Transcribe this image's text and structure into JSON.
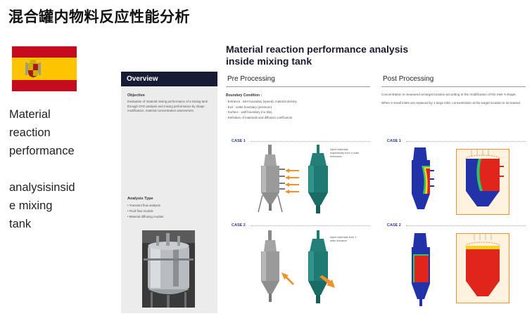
{
  "heading": "混合罐内物料反应性能分析",
  "side_text": {
    "line1": "Material",
    "line2": "reaction",
    "line3": "performance",
    "line4": "analysisinsid",
    "line5": "e mixing",
    "line6": "tank"
  },
  "flag": {
    "red": "#c60b1e",
    "yellow": "#ffc400"
  },
  "overview": {
    "header": "Overview",
    "objective_title": "Objective",
    "objective_text": "Evaluation of material mixing performance of a mixing tank through CFD analysis and mixing performance by shape modification, material concentration assessment.",
    "analysis_type_title": "Analysis Type",
    "analysis_types": [
      "• Transient flow analysis",
      "• Fluid flow module",
      "• Material diffusing module"
    ]
  },
  "slide": {
    "title_line1": "Material reaction performance analysis",
    "title_line2": "inside mixing tank"
  },
  "pre": {
    "heading": "Pre Processing",
    "bc_title": "Boundary Condition :",
    "bc_items": [
      "- Entrance : inlet boundary (speed), material density",
      "- Exit : outlet boundary (pressure)",
      "- Surface : wall boundary (no slip)",
      "- Definition of materials and diffusion coefficients"
    ],
    "case1_label": "CASE 1",
    "case2_label": "CASE 2",
    "case1_note": "Inject materials respectively from 4 main entrances",
    "case2_note": "Inject materials from 1 main entrance"
  },
  "post": {
    "heading": "Post Processing",
    "text1": "Concentration is measured at target location according to the modification of the inlet 's shape.",
    "text2": "When 4 small inlets are replaced by 1 large inlet, concentration at the target location is increased.",
    "case1_label": "CASE 1",
    "case2_label": "CASE 2"
  },
  "colors": {
    "accent": "#2e3a8c",
    "header_bg": "#171b36",
    "arrow": "#f0912c",
    "teal": "#1f7a73",
    "tank_gray": "#9a9a9a",
    "contour_blue": "#2233aa",
    "contour_red": "#e0261c"
  }
}
